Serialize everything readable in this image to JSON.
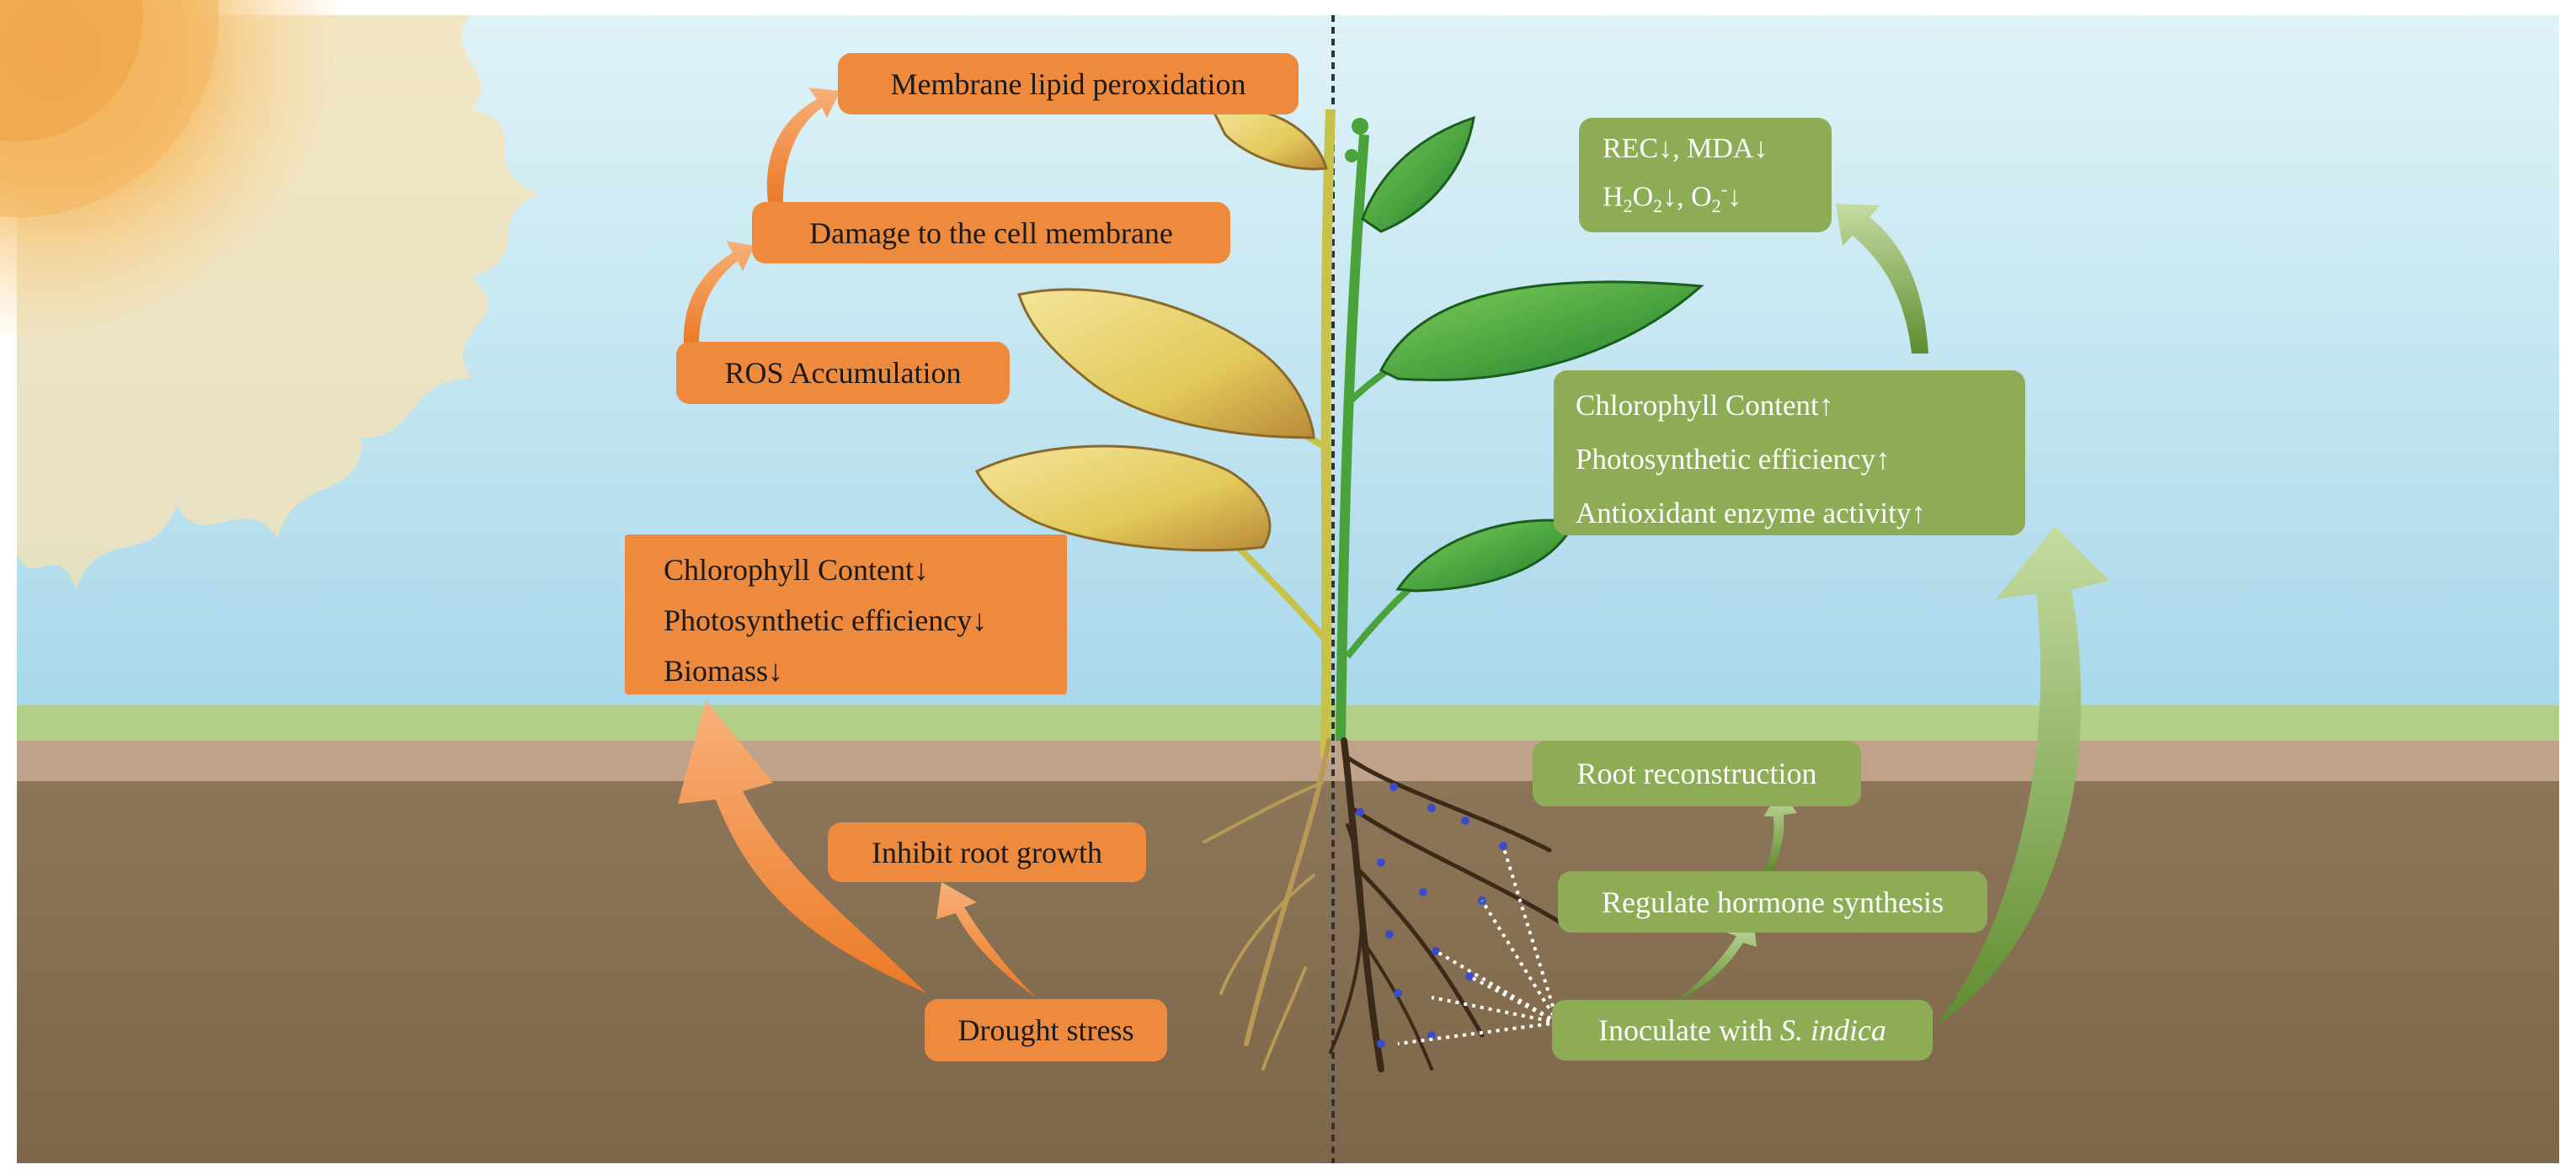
{
  "colors": {
    "sky_top": "#dbf0f5",
    "sky_bottom": "#a9d9ec",
    "grass": "#b2cf8a",
    "soil_top": "#c0a28a",
    "soil": "#8a7052",
    "orange_box": "#ed8a3d",
    "orange_arrow": "#ef8b3d",
    "green_box": "#8eac55",
    "green_arrow": "#86b04a",
    "yellow_leaf": "#e8d46a",
    "green_leaf": "#3ea331",
    "divider": "#333333"
  },
  "icons": [
    "sun-icon",
    "drought-plant-icon",
    "healthy-plant-icon",
    "root-system-icon",
    "fungal-spores-icon"
  ],
  "drought_side": {
    "membrane_lipid_peroxidation": "Membrane lipid peroxidation",
    "damage_cell_membrane": "Damage to the cell membrane",
    "ros_accumulation": "ROS Accumulation",
    "growth_effects": {
      "chlorophyll": "Chlorophyll Content↓",
      "photosynthetic": "Photosynthetic efficiency↓",
      "biomass": "Biomass↓"
    },
    "inhibit_root_growth": "Inhibit root growth",
    "drought_stress": "Drought stress"
  },
  "inoculated_side": {
    "reduced_markers": {
      "line1": "REC↓, MDA↓",
      "h": "H",
      "two_a": "2",
      "o_mid": "O",
      "two_b": "2",
      "arrow_comma": "↓, O",
      "two_c": "2",
      "minus": "-",
      "arrow_end": "↓"
    },
    "enhancements": {
      "chlorophyll": "Chlorophyll Content↑",
      "photosynthetic": "Photosynthetic efficiency↑",
      "antioxidant": "Antioxidant enzyme activity↑"
    },
    "root_reconstruction": "Root reconstruction",
    "regulate_hormone": "Regulate hormone synthesis",
    "inoculate_prefix": "Inoculate with ",
    "inoculate_species": "S. indica"
  }
}
